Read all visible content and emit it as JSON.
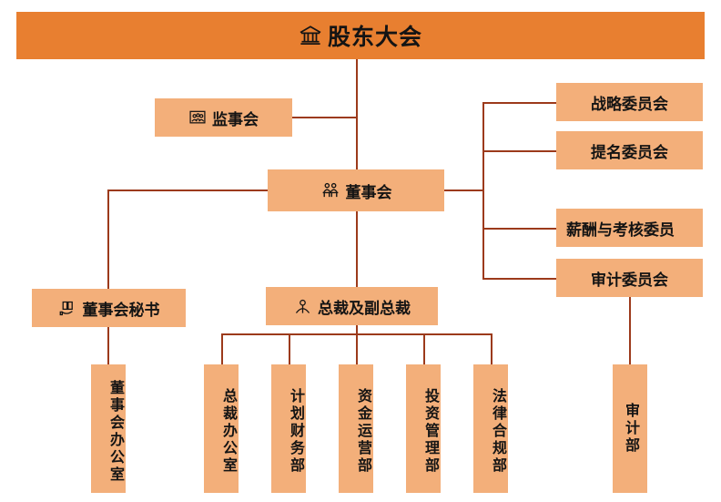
{
  "colors": {
    "header_fill": "#E87F30",
    "box_fill": "#F3AF7A",
    "line": "#9C3A1B",
    "text": "#141414",
    "background": "#FFFFFF"
  },
  "header": {
    "title": "股东大会",
    "icon": "bank-building-icon"
  },
  "nodes": {
    "supervisory_board": {
      "label": "监事会",
      "icon": "people-group-icon"
    },
    "board_of_directors": {
      "label": "董事会",
      "icon": "seated-people-icon"
    },
    "board_secretary": {
      "label": "董事会秘书",
      "icon": "book-in-hand-icon"
    },
    "president": {
      "label": "总裁及副总裁",
      "icon": "person-icon"
    }
  },
  "committees": [
    {
      "label": "战略委员会"
    },
    {
      "label": "提名委员会"
    },
    {
      "label": "薪酬与考核委员"
    },
    {
      "label": "审计委员会"
    }
  ],
  "departments": [
    {
      "label": "董事会办公室",
      "parent": "board_secretary"
    },
    {
      "label": "总裁办公室",
      "parent": "president"
    },
    {
      "label": "计划财务部",
      "parent": "president"
    },
    {
      "label": "资金运营部",
      "parent": "president"
    },
    {
      "label": "投资管理部",
      "parent": "president"
    },
    {
      "label": "法律合规部",
      "parent": "president"
    },
    {
      "label": "审计部",
      "parent": "audit_committee"
    }
  ]
}
